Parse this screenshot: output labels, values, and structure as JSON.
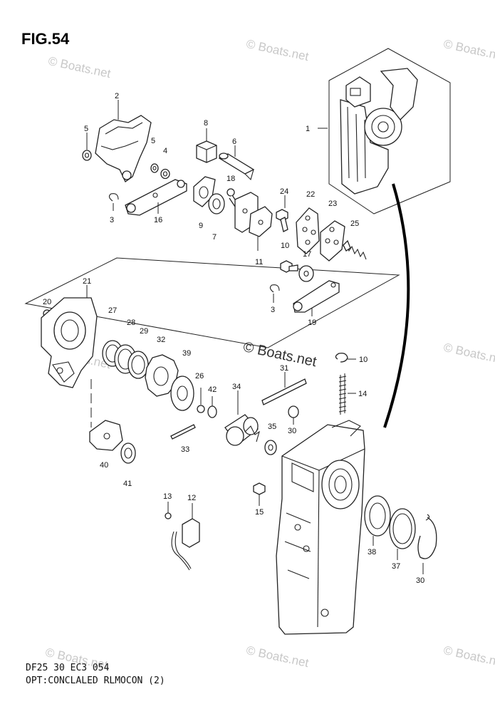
{
  "figure": {
    "title": "FIG.54",
    "code": "DF25 30 EC3 054",
    "caption": "OPT:CONCLALED RLMOCON (2)"
  },
  "watermark": {
    "text": "© Boats.net"
  },
  "callouts": {
    "c1": "1",
    "c2": "2",
    "c3a": "3",
    "c3b": "3",
    "c4": "4",
    "c5a": "5",
    "c5b": "5",
    "c6": "6",
    "c7": "7",
    "c8": "8",
    "c9": "9",
    "c10a": "10",
    "c10b": "10",
    "c11": "11",
    "c12": "12",
    "c13": "13",
    "c14": "14",
    "c15": "15",
    "c16": "16",
    "c17": "17",
    "c18": "18",
    "c19": "19",
    "c20": "20",
    "c21": "21",
    "c22": "22",
    "c23": "23",
    "c24": "24",
    "c25": "25",
    "c26": "26",
    "c27": "27",
    "c28": "28",
    "c29": "29",
    "c30a": "30",
    "c30b": "30",
    "c31": "31",
    "c32": "32",
    "c33": "33",
    "c34": "34",
    "c35": "35",
    "c37": "37",
    "c38": "38",
    "c39": "39",
    "c40": "40",
    "c41": "41",
    "c42": "42"
  }
}
